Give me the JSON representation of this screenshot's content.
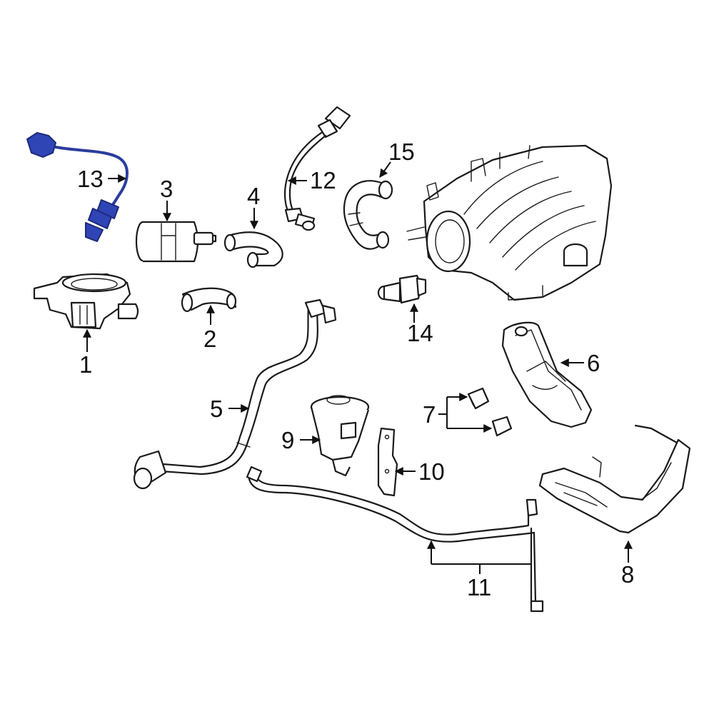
{
  "callouts": [
    {
      "id": "1",
      "label": "1"
    },
    {
      "id": "2",
      "label": "2"
    },
    {
      "id": "3",
      "label": "3"
    },
    {
      "id": "4",
      "label": "4"
    },
    {
      "id": "5",
      "label": "5"
    },
    {
      "id": "6",
      "label": "6"
    },
    {
      "id": "7",
      "label": "7"
    },
    {
      "id": "8",
      "label": "8"
    },
    {
      "id": "9",
      "label": "9"
    },
    {
      "id": "10",
      "label": "10"
    },
    {
      "id": "11",
      "label": "11"
    },
    {
      "id": "12",
      "label": "12"
    },
    {
      "id": "13",
      "label": "13"
    },
    {
      "id": "14",
      "label": "14"
    },
    {
      "id": "15",
      "label": "15"
    }
  ],
  "highlighted_part": "13",
  "colors": {
    "highlight": "#2f45b5",
    "line": "#1a1a1a",
    "background": "#ffffff"
  }
}
